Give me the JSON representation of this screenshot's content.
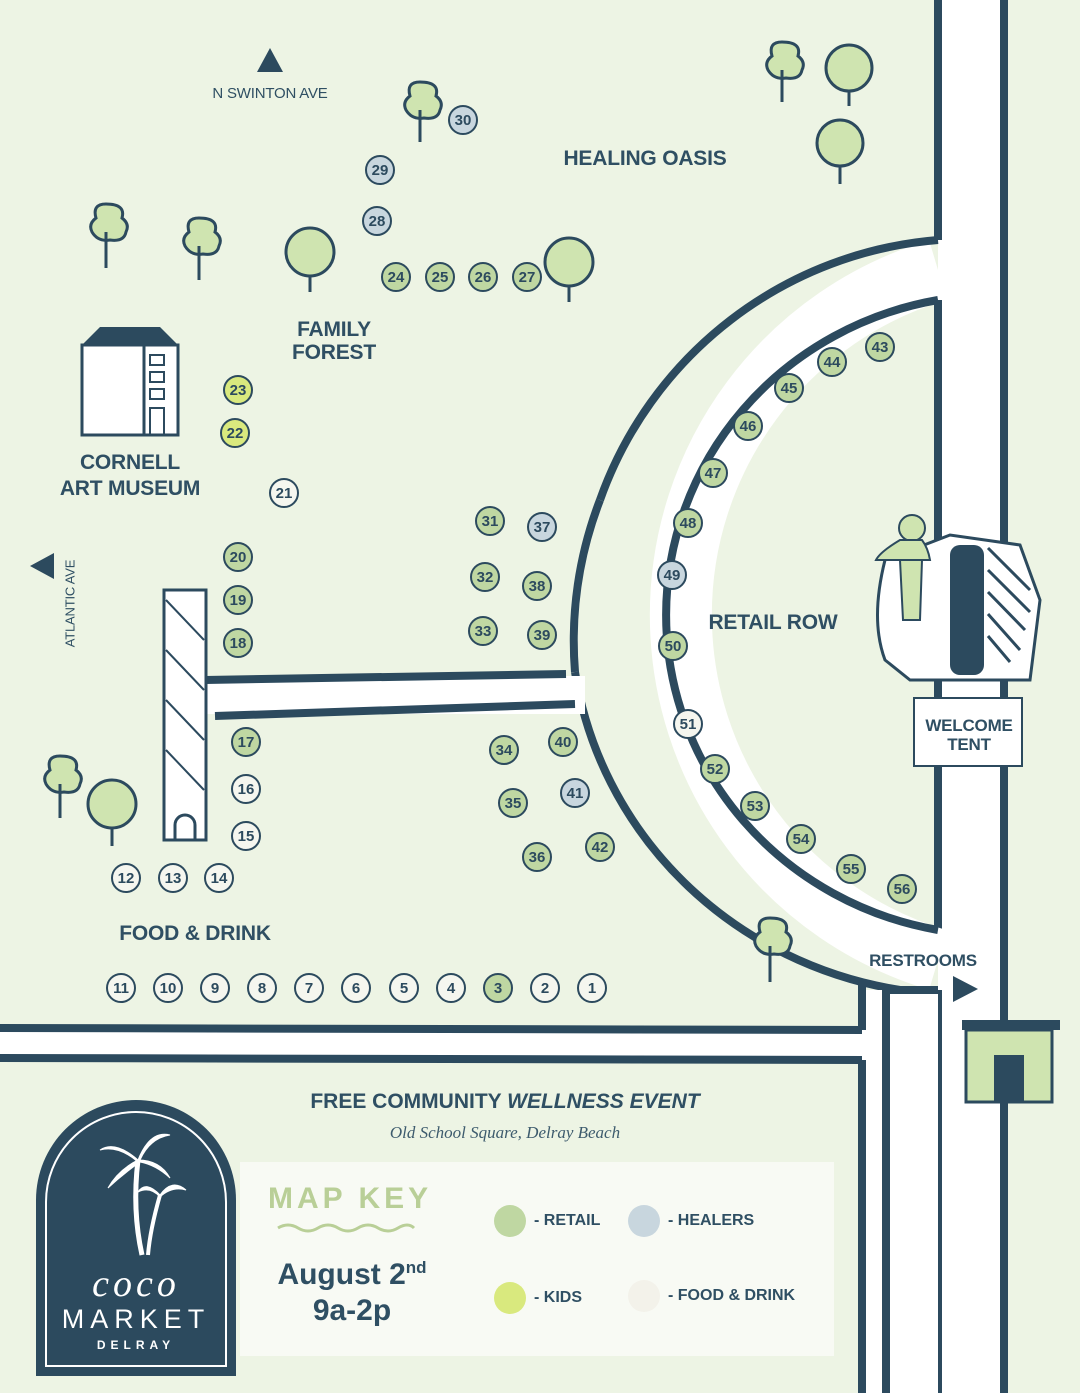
{
  "labels": {
    "n_swinton_ave": "N SWINTON AVE",
    "atlantic_ave": "ATLANTIC AVE",
    "healing_oasis": "HEALING OASIS",
    "family_forest_1": "FAMILY",
    "family_forest_2": "FOREST",
    "cornell_1": "CORNELL",
    "cornell_2": "ART MUSEUM",
    "retail_row": "RETAIL ROW",
    "welcome_1": "WELCOME",
    "welcome_2": "TENT",
    "restrooms": "RESTROOMS",
    "food_drink": "FOOD & DRINK"
  },
  "event": {
    "title_plain": "FREE COMMUNITY ",
    "title_italic": "WELLNESS EVENT",
    "subtitle": "Old School Square, Delray Beach"
  },
  "key": {
    "title": "MAP KEY",
    "date_main": "August 2",
    "date_sup": "nd",
    "time": "9a-2p",
    "retail": "- RETAIL",
    "healers": "- HEALERS",
    "kids": "- KIDS",
    "food": "- FOOD & DRINK"
  },
  "colors": {
    "retail": "#bfd7a2",
    "healers": "#c8d6de",
    "kids": "#d9e97e",
    "food": "#f5f6ef",
    "navy": "#2c4a5e",
    "background": "#edf4e4"
  },
  "logo": {
    "coco": "coco",
    "market": "MARKET",
    "delray": "DELRAY"
  },
  "booths": [
    {
      "n": "1",
      "type": "food"
    },
    {
      "n": "2",
      "type": "food"
    },
    {
      "n": "3",
      "type": "retail"
    },
    {
      "n": "4",
      "type": "food"
    },
    {
      "n": "5",
      "type": "food"
    },
    {
      "n": "6",
      "type": "food"
    },
    {
      "n": "7",
      "type": "food"
    },
    {
      "n": "8",
      "type": "food"
    },
    {
      "n": "9",
      "type": "food"
    },
    {
      "n": "10",
      "type": "food"
    },
    {
      "n": "11",
      "type": "food"
    },
    {
      "n": "12",
      "type": "food"
    },
    {
      "n": "13",
      "type": "food"
    },
    {
      "n": "14",
      "type": "food"
    },
    {
      "n": "15",
      "type": "food"
    },
    {
      "n": "16",
      "type": "food"
    },
    {
      "n": "17",
      "type": "retail"
    },
    {
      "n": "18",
      "type": "retail"
    },
    {
      "n": "19",
      "type": "retail"
    },
    {
      "n": "20",
      "type": "retail"
    },
    {
      "n": "21",
      "type": "food"
    },
    {
      "n": "22",
      "type": "kids"
    },
    {
      "n": "23",
      "type": "kids"
    },
    {
      "n": "24",
      "type": "retail"
    },
    {
      "n": "25",
      "type": "retail"
    },
    {
      "n": "26",
      "type": "retail"
    },
    {
      "n": "27",
      "type": "retail"
    },
    {
      "n": "28",
      "type": "healers"
    },
    {
      "n": "29",
      "type": "healers"
    },
    {
      "n": "30",
      "type": "healers"
    },
    {
      "n": "31",
      "type": "retail"
    },
    {
      "n": "32",
      "type": "retail"
    },
    {
      "n": "33",
      "type": "retail"
    },
    {
      "n": "34",
      "type": "retail"
    },
    {
      "n": "35",
      "type": "retail"
    },
    {
      "n": "36",
      "type": "retail"
    },
    {
      "n": "37",
      "type": "healers"
    },
    {
      "n": "38",
      "type": "retail"
    },
    {
      "n": "39",
      "type": "retail"
    },
    {
      "n": "40",
      "type": "retail"
    },
    {
      "n": "41",
      "type": "healers"
    },
    {
      "n": "42",
      "type": "retail"
    },
    {
      "n": "43",
      "type": "retail"
    },
    {
      "n": "44",
      "type": "retail"
    },
    {
      "n": "45",
      "type": "retail"
    },
    {
      "n": "46",
      "type": "retail"
    },
    {
      "n": "47",
      "type": "retail"
    },
    {
      "n": "48",
      "type": "retail"
    },
    {
      "n": "49",
      "type": "healers"
    },
    {
      "n": "50",
      "type": "retail"
    },
    {
      "n": "51",
      "type": "food"
    },
    {
      "n": "52",
      "type": "retail"
    },
    {
      "n": "53",
      "type": "retail"
    },
    {
      "n": "54",
      "type": "retail"
    },
    {
      "n": "55",
      "type": "retail"
    },
    {
      "n": "56",
      "type": "retail"
    }
  ]
}
